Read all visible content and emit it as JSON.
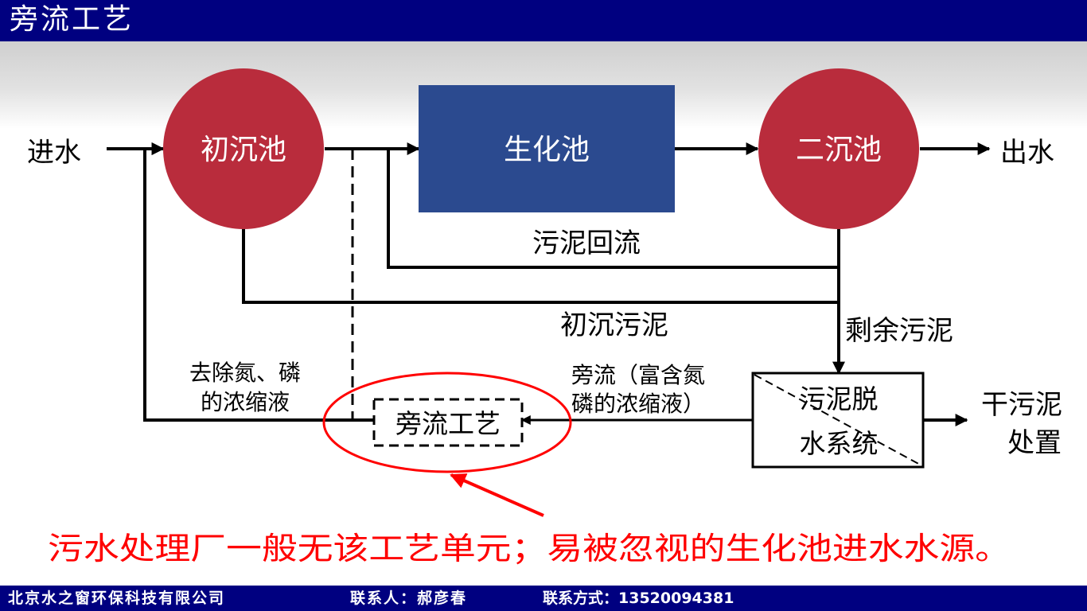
{
  "header": {
    "title": "旁流工艺"
  },
  "nodes": {
    "inflow": "进水",
    "primary_clarifier": "初沉池",
    "bio_tank": "生化池",
    "secondary_clarifier": "二沉池",
    "outflow": "出水",
    "sludge_dewatering_line1": "污泥脱",
    "sludge_dewatering_line2": "水系统",
    "dry_sludge_line1": "干污泥",
    "dry_sludge_line2": "处置",
    "sidestream_process": "旁流工艺"
  },
  "labels": {
    "sludge_return": "污泥回流",
    "primary_sludge": "初沉污泥",
    "excess_sludge": "剩余污泥",
    "nitrogen_removed_line1": "去除氮、磷",
    "nitrogen_removed_line2": "的浓缩液",
    "sidestream_line1": "旁流（富含氮",
    "sidestream_line2": "磷的浓缩液）"
  },
  "note": "污水处理厂一般无该工艺单元；易被忽视的生化池进水水源。",
  "footer": {
    "company": "北京水之窗环保科技有限公司",
    "contact_person": "联系人：郝彦春",
    "contact_method": "联系方式：13520094381"
  },
  "colors": {
    "title_bar": "#000080",
    "circle": "#B92C3C",
    "bio_tank": "#2B4A8F",
    "note_text": "#FF0000",
    "highlight": "#FF0000",
    "line": "#000000"
  }
}
